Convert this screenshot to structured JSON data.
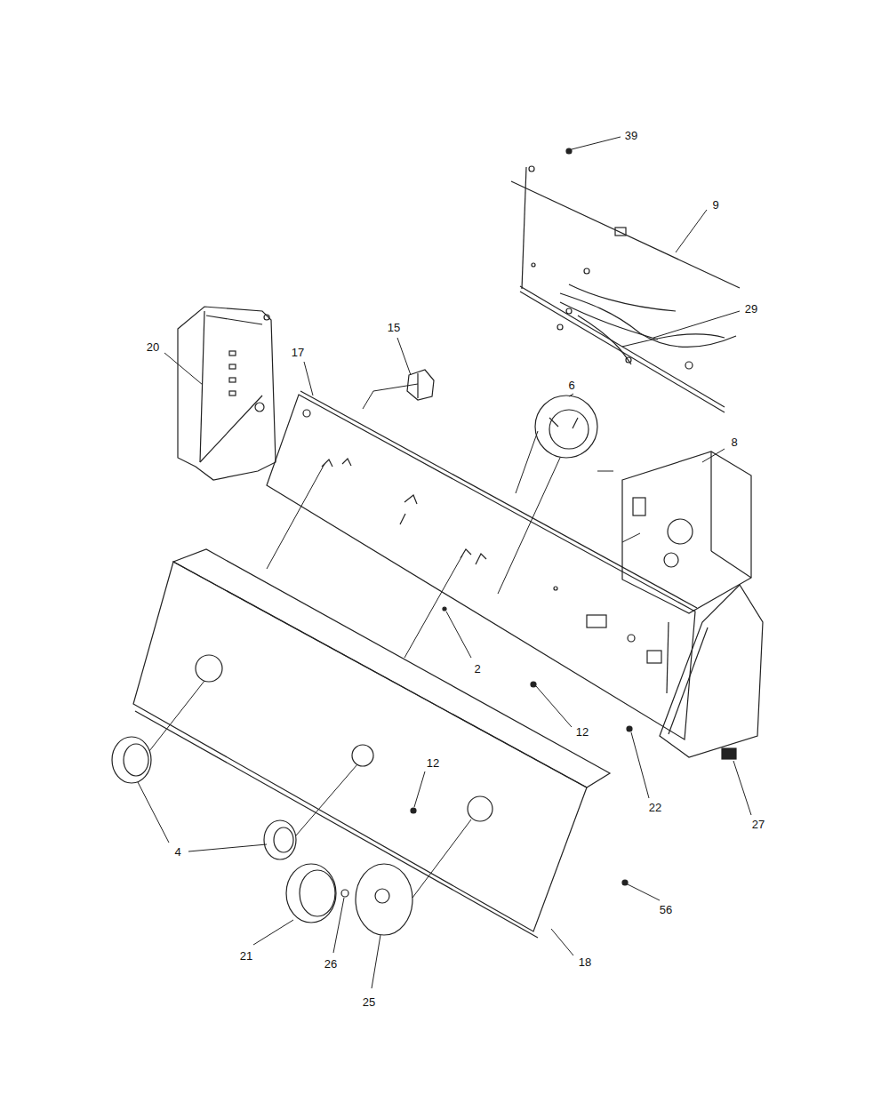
{
  "diagram": {
    "labels": [
      "39",
      "9",
      "29",
      "20",
      "17",
      "15",
      "6",
      "8",
      "2",
      "12",
      "12",
      "22",
      "27",
      "4",
      "21",
      "26",
      "25",
      "18",
      "56"
    ]
  }
}
